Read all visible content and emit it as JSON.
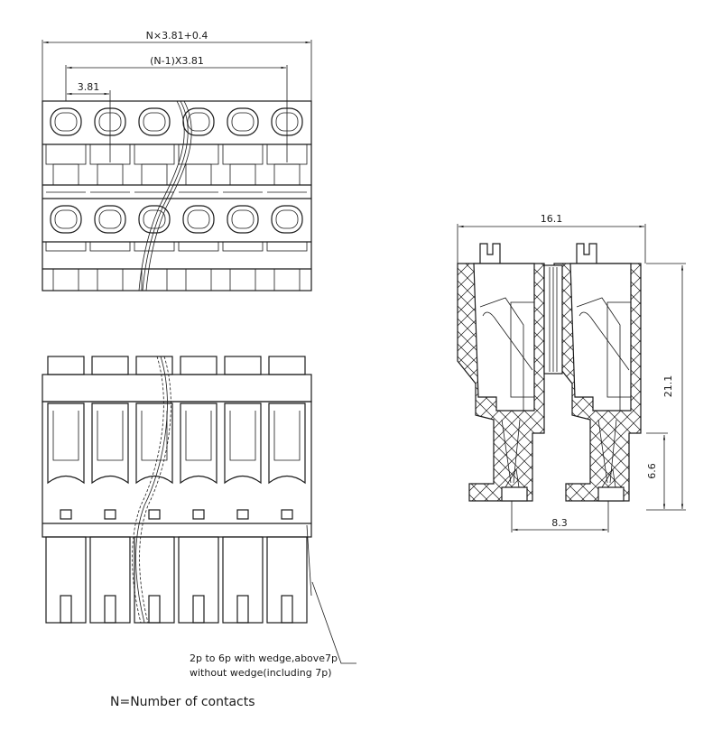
{
  "dimensions": {
    "overall_width": "N×3.81+0.4",
    "span": "(N-1)X3.81",
    "pitch": "3.81",
    "side_width": "16.1",
    "side_height": "21.1",
    "pin_height": "6.6",
    "row_spacing": "8.3"
  },
  "note": {
    "line1": "2p to 6p with wedge,above7p",
    "line2": "without wedge(including 7p)"
  },
  "legend": "N=Number of contacts",
  "pole_count": 6
}
